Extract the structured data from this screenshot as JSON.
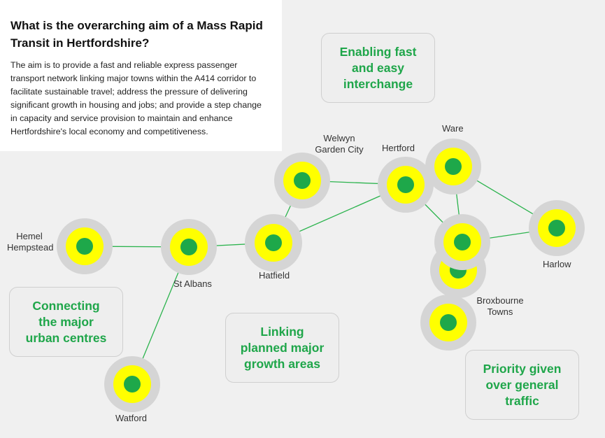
{
  "intro": {
    "title_line1": "What is the overarching aim of a Mass Rapid",
    "title_line2": "Transit in Hertfordshire?",
    "body_lines": [
      "The aim is to provide a fast and reliable express passenger",
      "transport network linking major towns within the A414 corridor to",
      "facilitate sustainable travel; address the pressure of delivering",
      "significant growth in housing and jobs; and provide a step change",
      "in capacity and service provision to maintain and enhance",
      "Hertfordshire's local economy and competitiveness."
    ]
  },
  "towns": {
    "hemel": [
      "Hemel",
      "Hempstead"
    ],
    "st_albans": "St Albans",
    "watford": "Watford",
    "hatfield": "Hatfield",
    "welwyn": [
      "Welwyn",
      "Garden City"
    ],
    "hertford": "Hertford",
    "ware": "Ware",
    "harlow": "Harlow",
    "broxbourne": [
      "Broxbourne",
      "Towns"
    ]
  },
  "callouts": {
    "enabling": [
      "Enabling fast",
      "and easy",
      "interchange"
    ],
    "connecting": [
      "Connecting",
      "the major",
      "urban centres"
    ],
    "linking": [
      "Linking",
      "planned major",
      "growth areas"
    ],
    "priority": [
      "Priority given",
      "over general",
      "traffic"
    ]
  },
  "colors": {
    "node_core": "#1ea84a",
    "node_ring": "#ffff00",
    "node_halo": "#d5d5d5",
    "link_line": "#2bb34d",
    "callout_text": "#1fa64a"
  }
}
